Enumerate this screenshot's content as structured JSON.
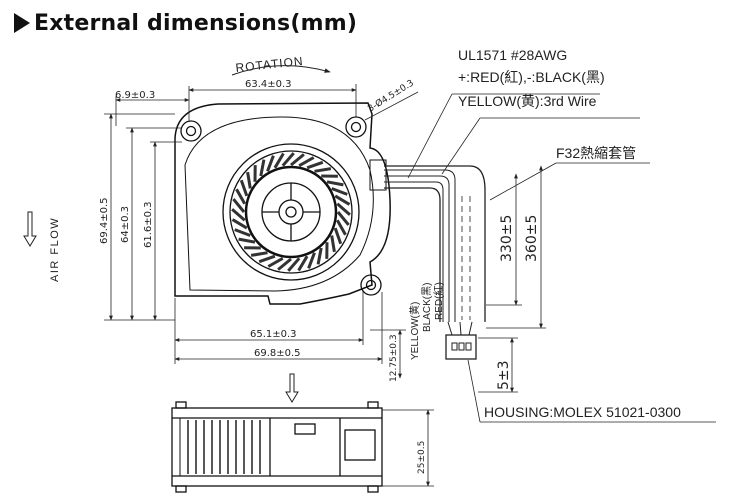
{
  "header": {
    "title": "External dimensions(mm)"
  },
  "labels": {
    "rotation": "ROTATION",
    "air_flow": "AIR FLOW",
    "holes": "3-Ø4.5±0.3",
    "wire_spec": "UL1571  #28AWG",
    "wire_colors": "+:RED(紅),-:BLACK(黑)",
    "wire_third": "YELLOW(黄):3rd  Wire",
    "sleeve": "F32熱縮套管",
    "housing": "HOUSING:MOLEX  51021-0300",
    "lead_yellow": "YELLOW(黄)",
    "lead_black": "BLACK(黑)",
    "lead_red": "RED(紅)"
  },
  "dimensions": {
    "hole_offset": "6.9±0.3",
    "hole_span": "63.4±0.3",
    "height_total": "69.4±0.5",
    "height_mid": "64±0.3",
    "height_inner": "61.6±0.3",
    "width_inner": "65.1±0.3",
    "width_total": "69.8±0.5",
    "outlet_offset": "12.75±0.3",
    "wire_330": "330±5",
    "wire_360": "360±5",
    "strip": "5±3",
    "thickness": "25±0.5"
  }
}
